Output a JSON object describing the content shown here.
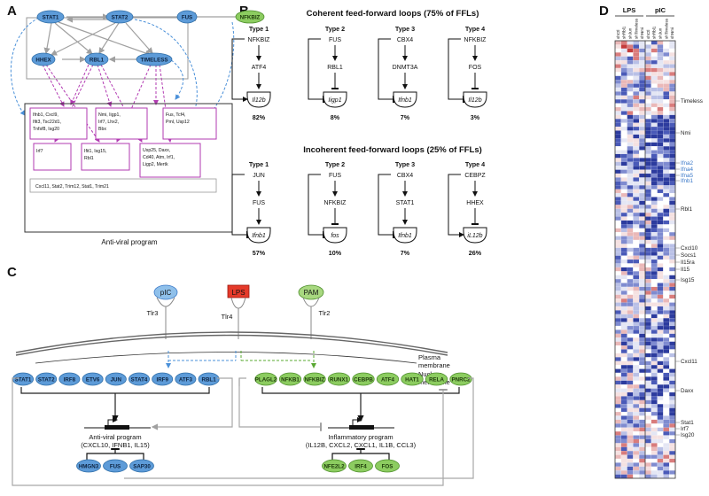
{
  "panels": {
    "a": "A",
    "b": "B",
    "c": "C",
    "d": "D"
  },
  "panel_a": {
    "nodes": [
      "STAT1",
      "STAT2",
      "FUS",
      "NFKBIZ",
      "HHEX",
      "RBL1",
      "TIMELESS"
    ],
    "box1": [
      "Ifnb1, Cxcl9,",
      "Ifit3, Tsc22d1,",
      "Tnfsf8, Isg20"
    ],
    "box2": [
      "Nmi, Iigp1,",
      "Irf7, Lhx2,",
      "Bbx"
    ],
    "box3": [
      "Fus, Tcf4,",
      "Pml, Usp12"
    ],
    "box4": [
      "Irf7"
    ],
    "box5": [
      "Ifit1, Isg15,",
      "Rbl1"
    ],
    "box6": [
      "Usp25, Daxx,",
      "Cd40, Atm, Irf1,",
      "Ligp2, Mertk"
    ],
    "box7": "Cxcl11, Stat2, Trim12, Stat1, Trim21",
    "caption": "Anti-viral program"
  },
  "panel_b": {
    "coherent_title": "Coherent feed-forward loops (75% of FFLs)",
    "incoherent_title": "Incoherent feed-forward loops (25% of FFLs)",
    "coherent": [
      {
        "type": "Type 1",
        "top": "NFKBIZ",
        "mid": "ATF4",
        "target": "Il12b",
        "pct": "82%"
      },
      {
        "type": "Type 2",
        "top": "FUS",
        "mid": "RBL1",
        "target": "Iigp1",
        "pct": "8%"
      },
      {
        "type": "Type 3",
        "top": "CBX4",
        "mid": "DNMT3A",
        "target": "Ifnb1",
        "pct": "7%"
      },
      {
        "type": "Type 4",
        "top": "NFKBIZ",
        "mid": "FOS",
        "target": "Il12b",
        "pct": "3%"
      }
    ],
    "incoherent": [
      {
        "type": "Type 1",
        "top": "JUN",
        "mid": "FUS",
        "target": "Ifnb1",
        "pct": "57%"
      },
      {
        "type": "Type 2",
        "top": "FUS",
        "mid": "NFKBIZ",
        "target": "fos",
        "pct": "10%"
      },
      {
        "type": "Type 3",
        "top": "CBX4",
        "mid": "STAT1",
        "target": "Ifnb1",
        "pct": "7%"
      },
      {
        "type": "Type 4",
        "top": "CEBPZ",
        "mid": "HHEX",
        "target": "iL12b",
        "pct": "26%"
      }
    ]
  },
  "panel_c": {
    "ligands": [
      "pIC",
      "LPS",
      "PAM"
    ],
    "receptors": [
      "Tlr3",
      "Tlr4",
      "Tlr2"
    ],
    "plasma": [
      "Plasma",
      "membrane"
    ],
    "nuclear": [
      "Nuclear",
      "membrane"
    ],
    "antiviral_tfs": [
      "STAT1",
      "STAT2",
      "IRF8",
      "ETV6",
      "JUN",
      "STAT4",
      "IRF9",
      "ATF3",
      "RBL1"
    ],
    "inflammatory_tfs": [
      "PLAGL2",
      "NFKB1",
      "NFKBIZ",
      "RUNX1",
      "CEBPB",
      "ATF4",
      "HAT1",
      "RELA",
      "PNRC2"
    ],
    "antiviral_label": [
      "Anti-viral program",
      "(CXCL10, IFNB1, IL15)"
    ],
    "inflammatory_label": [
      "Inflammatory program",
      "(IL12B, CXCL2, CXCL1, IL1B, CCL3)"
    ],
    "antiviral_repressors": [
      "HMGN3",
      "FUS",
      "SAP30"
    ],
    "inflammatory_repressors": [
      "NFE2L2",
      "IRF4",
      "FOS"
    ]
  },
  "panel_d": {
    "groups": [
      "LPS",
      "pIC"
    ],
    "columns": [
      "shCtl",
      "shRbl1",
      "shJun",
      "shTimeless",
      "shNmi",
      "shCtl",
      "shRbl1",
      "shJun",
      "shTimeless",
      "shNmi"
    ],
    "genes": [
      {
        "name": "Timeless",
        "blue": false
      },
      {
        "name": "Nmi",
        "blue": false
      },
      {
        "name": "Ifna2",
        "blue": true
      },
      {
        "name": "Ifna4",
        "blue": true
      },
      {
        "name": "Ifna5",
        "blue": true
      },
      {
        "name": "Ifnb1",
        "blue": true
      },
      {
        "name": "Rbl1",
        "blue": false
      },
      {
        "name": "Cxcl10",
        "blue": false
      },
      {
        "name": "Socs1",
        "blue": false
      },
      {
        "name": "Il15ra",
        "blue": false
      },
      {
        "name": "Il15",
        "blue": false
      },
      {
        "name": "Isg15",
        "blue": false
      },
      {
        "name": "Cxcl11",
        "blue": false
      },
      {
        "name": "Daxx",
        "blue": false
      },
      {
        "name": "Stat1",
        "blue": false
      },
      {
        "name": "Irf7",
        "blue": false
      },
      {
        "name": "Isg20",
        "blue": false
      }
    ]
  }
}
